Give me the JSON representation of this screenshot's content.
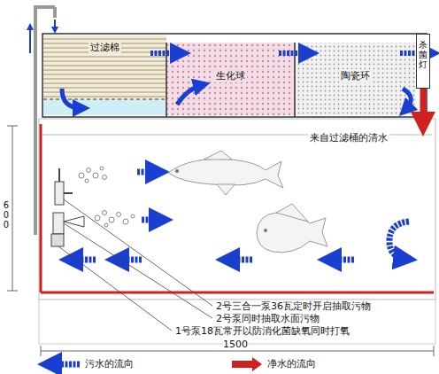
{
  "diagram": {
    "nodes": [
      {
        "text": [
          "过滤棉"
        ]
      },
      {
        "text": [
          "生化球"
        ]
      },
      {
        "text": [
          "陶瓷环"
        ]
      },
      {
        "text": [
          "杀菌灯"
        ]
      },
      {
        "text": [
          "来自过滤桶的清水"
        ]
      }
    ],
    "edges": [
      {
        "from": 0,
        "to": 1,
        "arrow": "to"
      },
      {
        "from": 1,
        "to": 2,
        "arrow": "to"
      },
      {
        "from": 2,
        "to": 3,
        "arrow": "to"
      },
      {
        "from": 3,
        "to": 4,
        "arrow": "to"
      }
    ],
    "labels": [
      "600",
      "2号三合一泵36瓦定时开启抽取污物",
      "2号泵同时抽取水面污物",
      "1号泵18瓦常开以防消化菌缺氧同时打氧",
      "1500"
    ],
    "legend": [
      {
        "text": "污水的流向"
      },
      {
        "text": "净水的流向"
      }
    ]
  }
}
